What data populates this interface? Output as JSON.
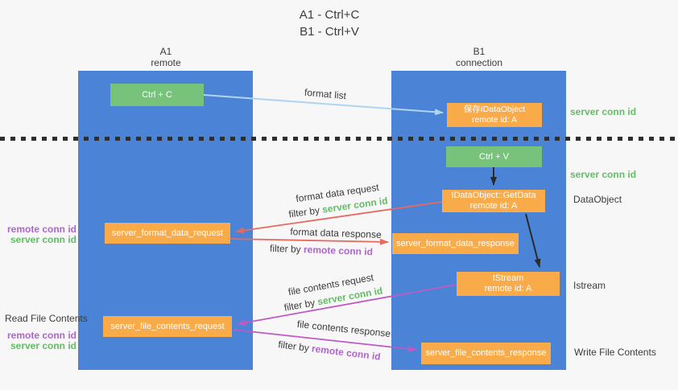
{
  "title": {
    "line1": "A1 - Ctrl+C",
    "line2": "B1 - Ctrl+V"
  },
  "lifelines": {
    "a1": {
      "name": "A1",
      "role": "remote"
    },
    "b1": {
      "name": "B1",
      "role": "connection"
    }
  },
  "nodes": {
    "ctrl_c": {
      "label": "Ctrl + C"
    },
    "save_dataobject": {
      "label": "保存IDataObject",
      "sub": "remote id: A"
    },
    "ctrl_v": {
      "label": "Ctrl + V"
    },
    "getdata": {
      "label": "IDataObject::GetData",
      "sub": "remote id: A"
    },
    "format_request": {
      "label": "server_format_data_request"
    },
    "format_response": {
      "label": "server_format_data_response"
    },
    "istream": {
      "label": "IStream",
      "sub": "remote id: A"
    },
    "file_request": {
      "label": "server_file_contents_request"
    },
    "file_response": {
      "label": "server_file_contents_response"
    }
  },
  "arrow_labels": {
    "format_list": "format list",
    "format_data_request": "format data request",
    "format_data_response": "format data response",
    "file_contents_request": "file contents request",
    "file_contents_response": "file contents response",
    "filter_prefix": "filter by ",
    "server_conn_id": "server conn id",
    "remote_conn_id": "remote conn id"
  },
  "side_labels": {
    "server_conn_id_right_top": "server conn id",
    "server_conn_id_right_mid": "server conn id",
    "dataobject": "DataObject",
    "istream": "Istream",
    "write_file_contents": "Write File Contents",
    "read_file_contents": "Read File Contents",
    "remote_conn_id_left_top": "remote conn id",
    "server_conn_id_left_top": "server conn id",
    "remote_conn_id_left_bottom": "remote conn id",
    "server_conn_id_left_bottom": "server conn id"
  },
  "colors": {
    "lifeline_blue": "#4b84d7",
    "box_green": "#77c37c",
    "box_orange": "#f9ab4a",
    "text_green": "#62bd66",
    "text_purple": "#b163cf",
    "arrow_blue": "#add5f2",
    "arrow_red": "#e76a60",
    "arrow_magenta": "#bf5ac4",
    "arrow_black": "#2a2a2a"
  }
}
